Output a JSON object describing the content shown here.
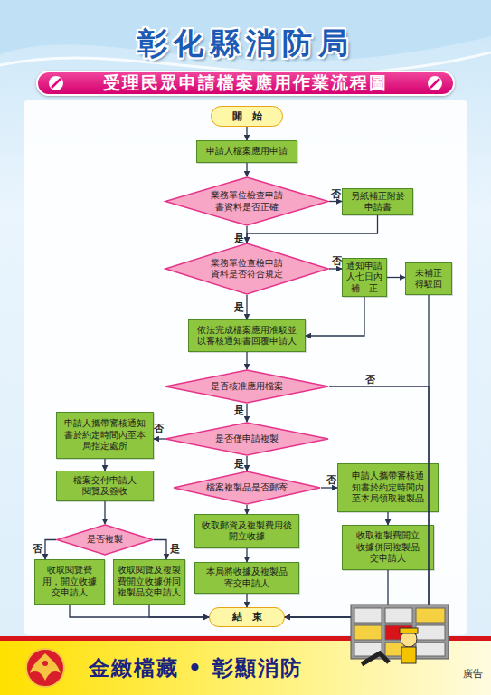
{
  "diagram": {
    "title": "彰化縣消防局",
    "nodes": [
      {
        "text": [
          "受理民眾申請檔案應用作業流程圖"
        ]
      },
      {
        "text": [
          "開　始"
        ]
      },
      {
        "text": [
          "申請人檔案應用申請"
        ]
      },
      {
        "text": [
          "業務單位檢查申請書資料是否正確"
        ]
      },
      {
        "text": [
          "另紙補正附於申請書"
        ]
      },
      {
        "text": [
          "業務單位查檢申請資料是否符合規定"
        ]
      },
      {
        "text": [
          "通知申請人七日內補　正"
        ]
      },
      {
        "text": [
          "未補正得駁回"
        ]
      },
      {
        "text": [
          "依法完成檔案應用准駁並以審核通知書回覆申請人"
        ]
      },
      {
        "text": [
          "是否核准應用檔案"
        ]
      },
      {
        "text": [
          "申請人攜帶審核通知書於約定時間內至本局指定處所"
        ]
      },
      {
        "text": [
          "是否僅申請複製"
        ]
      },
      {
        "text": [
          "檔案交付申請人閱覽及簽收"
        ]
      },
      {
        "text": [
          "檔案複製品是否郵寄"
        ]
      },
      {
        "text": [
          "申請人攜帶審核通知書於約定時間內至本局領取複製品"
        ]
      },
      {
        "text": [
          "是否複製"
        ]
      },
      {
        "text": [
          "收取郵資及複製費用後開立收據"
        ]
      },
      {
        "text": [
          "收取複製費開立收據併同複製品交申請人"
        ]
      },
      {
        "text": [
          "收取閱覽費用，開立收據交申請人"
        ]
      },
      {
        "text": [
          "收取閱覽及複製費開立收據併同複製品交申請人"
        ]
      },
      {
        "text": [
          "本局將收據及複製品寄交申請人"
        ]
      },
      {
        "text": [
          "結　束"
        ]
      },
      {
        "text": [
          "金緻檔藏 • 彰顯消防"
        ]
      }
    ],
    "edges": [
      {
        "from": 1,
        "to": 2,
        "arrow": "to"
      },
      {
        "from": 2,
        "to": 3,
        "arrow": "to"
      },
      {
        "from": 3,
        "to": 4,
        "label": "否",
        "arrow": "to"
      },
      {
        "from": 4,
        "to": 5,
        "arrow": "to"
      },
      {
        "from": 3,
        "to": 5,
        "label": "是",
        "arrow": "to"
      },
      {
        "from": 5,
        "to": 6,
        "label": "否",
        "arrow": "to"
      },
      {
        "from": 6,
        "to": 7,
        "arrow": "to"
      },
      {
        "from": 6,
        "to": 8,
        "arrow": "to"
      },
      {
        "from": 5,
        "to": 8,
        "label": "是",
        "arrow": "to"
      },
      {
        "from": 7,
        "to": 21,
        "arrow": "to"
      },
      {
        "from": 8,
        "to": 9,
        "arrow": "to"
      },
      {
        "from": 9,
        "to": 21,
        "label": "否",
        "arrow": "to"
      },
      {
        "from": 9,
        "to": 11,
        "label": "是",
        "arrow": "to"
      },
      {
        "from": 11,
        "to": 10,
        "label": "否",
        "arrow": "to"
      },
      {
        "from": 11,
        "to": 13,
        "label": "是",
        "arrow": "to"
      },
      {
        "from": 10,
        "to": 12,
        "arrow": "to"
      },
      {
        "from": 12,
        "to": 15,
        "arrow": "to"
      },
      {
        "from": 15,
        "to": 18,
        "label": "否",
        "arrow": "to"
      },
      {
        "from": 15,
        "to": 19,
        "label": "是",
        "arrow": "to"
      },
      {
        "from": 13,
        "to": 14,
        "label": "否",
        "arrow": "to"
      },
      {
        "from": 13,
        "to": 16,
        "arrow": "to"
      },
      {
        "from": 14,
        "to": 17,
        "arrow": "to"
      },
      {
        "from": 16,
        "to": 20,
        "arrow": "to"
      },
      {
        "from": 18,
        "to": 21,
        "arrow": "to"
      },
      {
        "from": 19,
        "to": 21,
        "arrow": "to"
      },
      {
        "from": 20,
        "to": 21,
        "arrow": "to"
      },
      {
        "from": 17,
        "to": 21,
        "arrow": "to"
      }
    ],
    "labels": [
      "廣告"
    ]
  }
}
